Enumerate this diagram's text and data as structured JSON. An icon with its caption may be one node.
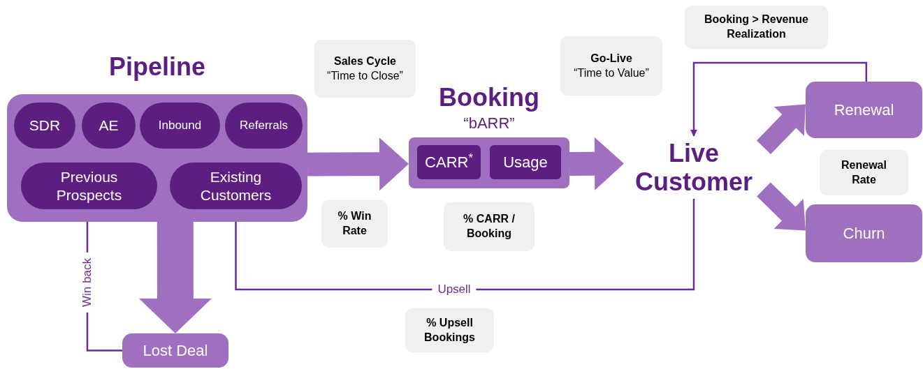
{
  "diagram": {
    "nodes": [
      {
        "text": [
          "Pipeline"
        ]
      },
      {
        "text": [
          "SDR"
        ],
        "in": 0
      },
      {
        "text": [
          "AE"
        ],
        "in": 0
      },
      {
        "text": [
          "Inbound"
        ],
        "in": 0
      },
      {
        "text": [
          "Referrals"
        ],
        "in": 0
      },
      {
        "text": [
          "Previous Prospects"
        ],
        "in": 0
      },
      {
        "text": [
          "Existing Customers"
        ],
        "in": 0
      },
      {
        "text": [
          "Lost Deal"
        ]
      },
      {
        "text": [
          "Sales Cycle",
          "“Time to Close”"
        ]
      },
      {
        "text": [
          "% Win Rate"
        ]
      },
      {
        "text": [
          "Booking",
          "“bARR”"
        ]
      },
      {
        "text": [
          "CARR$^{*}$"
        ],
        "in": 10
      },
      {
        "text": [
          "Usage"
        ],
        "in": 10
      },
      {
        "text": [
          "% CARR / Booking"
        ]
      },
      {
        "text": [
          "Go-Live",
          "“Time to Value”"
        ]
      },
      {
        "text": [
          "Live Customer"
        ]
      },
      {
        "text": [
          "Booking > Revenue Realization"
        ]
      },
      {
        "text": [
          "Renewal"
        ]
      },
      {
        "text": [
          "Renewal Rate"
        ]
      },
      {
        "text": [
          "Churn"
        ]
      },
      {
        "text": [
          "% Upsell Bookings"
        ]
      }
    ],
    "edges": [
      {
        "from": 0,
        "to": 10,
        "arrow": "to",
        "style": "thick"
      },
      {
        "from": 0,
        "to": 7,
        "arrow": "to",
        "style": "thick"
      },
      {
        "from": 10,
        "to": 15,
        "arrow": "to",
        "style": "thick"
      },
      {
        "from": 15,
        "to": 17,
        "arrow": "to",
        "style": "thick"
      },
      {
        "from": 15,
        "to": 19,
        "arrow": "to",
        "style": "thick"
      },
      {
        "from": 7,
        "to": 5,
        "arrow": "to",
        "label": "Win back",
        "color": "#6b2c91"
      },
      {
        "from": 15,
        "to": 6,
        "arrow": "to",
        "label": "Upsell",
        "color": "#6b2c91"
      },
      {
        "from": 17,
        "to": 15,
        "arrow": "to",
        "color": "#6b2c91"
      }
    ]
  }
}
